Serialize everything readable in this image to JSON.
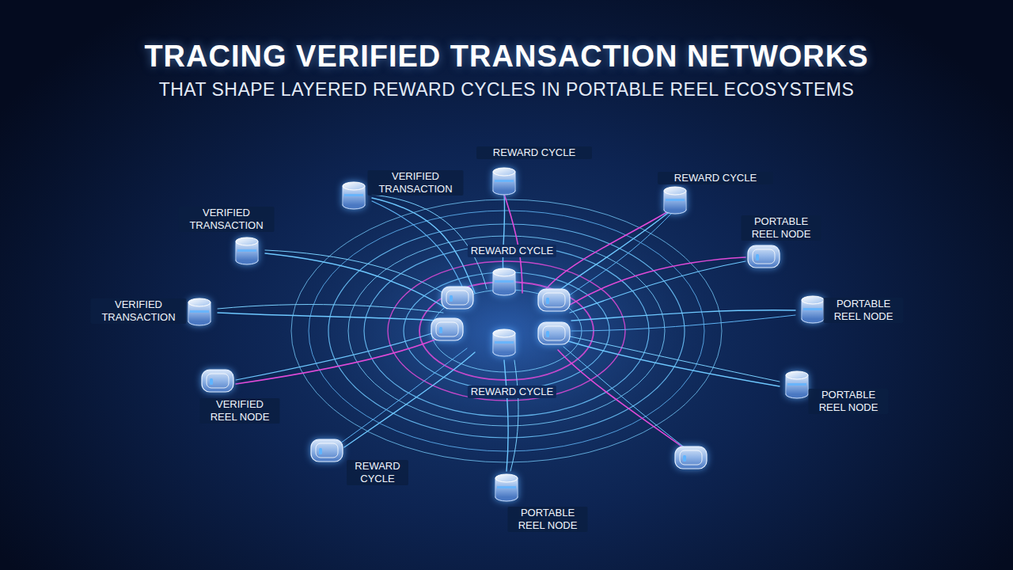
{
  "diagram": {
    "title": "TRACING VERIFIED TRANSACTION NETWORKS",
    "nodes": [
      {
        "text": [
          "REWARD CYCLE"
        ]
      },
      {
        "text": [
          "VERIFIED TRANSACTION"
        ]
      },
      {
        "text": [
          "REWARD CYCLE"
        ]
      },
      {
        "text": [
          "VERIFIED TRANSACTION"
        ]
      },
      {
        "text": [
          "PORTABLE REEL NODE"
        ]
      },
      {
        "text": [
          "VERIFIED TRANSACTION"
        ]
      },
      {
        "text": [
          "PORTABLE REEL NODE"
        ]
      },
      {
        "text": [
          "VERIFIED REEL NODE"
        ]
      },
      {
        "text": [
          "PORTABLE REEL NODE"
        ]
      },
      {
        "text": [
          "REWARD CYCLE"
        ]
      },
      {
        "text": [
          "PORTABLE REEL NODE"
        ]
      }
    ],
    "labels": [
      "THAT SHAPE LAYERED REWARD CYCLES IN PORTABLE REEL ECOSYSTEMS",
      "REWARD CYCLE",
      "REWARD CYCLE"
    ]
  }
}
